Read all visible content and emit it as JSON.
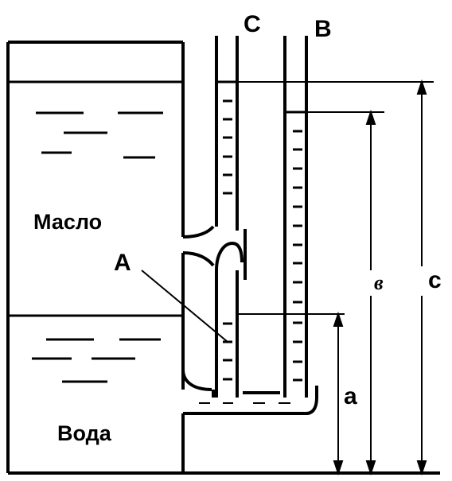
{
  "labels": {
    "tube_c": "C",
    "tube_b": "B",
    "oil": "Масло",
    "water": "Вода",
    "point_a": "A",
    "dim_a": "a",
    "dim_b": "в",
    "dim_c": "c"
  },
  "colors": {
    "ink": "#000000",
    "paper": "#ffffff"
  }
}
